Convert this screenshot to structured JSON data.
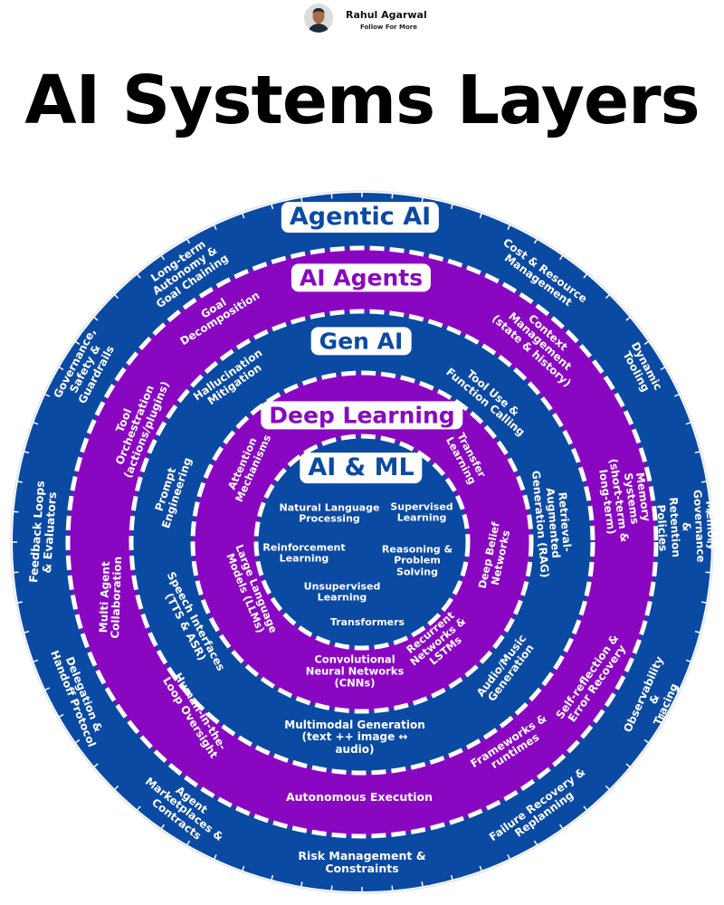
{
  "header": {
    "author_name": "Rahul Agarwal",
    "follow_text": "Follow For More",
    "avatar_icon": "person-avatar"
  },
  "title": "AI Systems Layers",
  "colors": {
    "blue": "#0b4aa3",
    "purple": "#8a07c2",
    "white": "#ffffff"
  },
  "layers": [
    {
      "name": "Agentic AI",
      "color": "#0b4aa3",
      "items": [
        "Long-term\nAutonomy &\nGoal Chaining",
        "Cost & Resource\nManagement",
        "Governance,\nSafety &\nGuardrails",
        "Dynamic\nTooling",
        "Feedback Loops\n& Evaluators",
        "Memory\nGovernance &\nRetention Policies",
        "Delegation &\nHandoff Protocol",
        "Observability &\nTracing",
        "Agent\nMarketplaces &\nContracts",
        "Failure Recovery &\nReplanning",
        "Risk Management &\nConstraints"
      ]
    },
    {
      "name": "AI Agents",
      "color": "#8a07c2",
      "items": [
        "Goal\nDecomposition",
        "Context\nManagement\n(state & history)",
        "Tool\nOrchestration\n(actions/plugins)",
        "Memory Systems\n(short-term &\nlong-term)",
        "Multi Agent\nCollaboration",
        "Self-reflection &\nError Recovery",
        "Human-in-the-\nLoop Oversight",
        "Frameworks &\nruntimes",
        "Autonomous Execution"
      ]
    },
    {
      "name": "Gen AI",
      "color": "#0b4aa3",
      "items": [
        "Hallucination\nMitigation",
        "Tool Use &\nFunction Calling",
        "Prompt\nEngineering",
        "Retrieval-\nAugmented\nGeneration (RAG)",
        "Speech Interfaces\n(TTS & ASR)",
        "Audio/Music\nGeneration",
        "Multimodal Generation\n(text ++ image ↔\naudio)"
      ]
    },
    {
      "name": "Deep Learning",
      "color": "#8a07c2",
      "items": [
        "Attention\nMechanisms",
        "Transfer\nLearning",
        "Large Language\nModels (LLMs)",
        "Deep Belief\nNetworks",
        "Recurrent\nNetworks &\nLSTMs",
        "Convolutional\nNeural Networks\n(CNNs)"
      ]
    },
    {
      "name": "AI & ML",
      "color": "#0b4aa3",
      "items": [
        "Natural Language\nProcessing",
        "Supervised\nLearning",
        "Reinforcement\nLearning",
        "Reasoning &\nProblem\nSolving",
        "Unsupervised\nLearning",
        "Transformers"
      ]
    }
  ]
}
